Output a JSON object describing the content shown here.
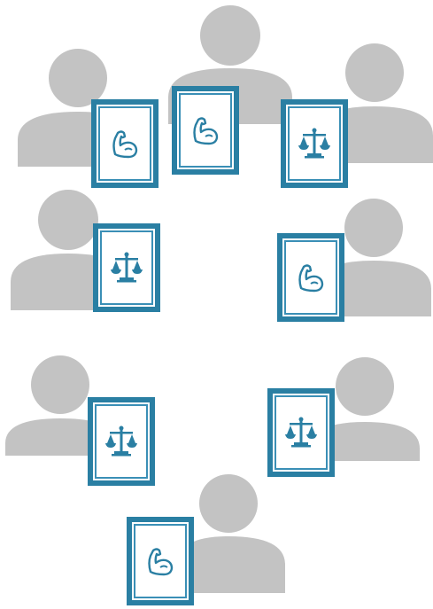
{
  "colors": {
    "person": "#c3c3c3",
    "card_border": "#2a7fa3",
    "icon": "#2a7fa3"
  },
  "people": [
    {
      "id": "person-1"
    },
    {
      "id": "person-2"
    },
    {
      "id": "person-3"
    },
    {
      "id": "person-4"
    },
    {
      "id": "person-5"
    },
    {
      "id": "person-6"
    },
    {
      "id": "person-7"
    },
    {
      "id": "person-8"
    }
  ],
  "cards": [
    {
      "id": "card-1",
      "icon": "flexed-bicep-icon"
    },
    {
      "id": "card-2",
      "icon": "flexed-bicep-icon"
    },
    {
      "id": "card-3",
      "icon": "scales-of-justice-icon"
    },
    {
      "id": "card-4",
      "icon": "scales-of-justice-icon"
    },
    {
      "id": "card-5",
      "icon": "flexed-bicep-icon"
    },
    {
      "id": "card-6",
      "icon": "scales-of-justice-icon"
    },
    {
      "id": "card-7",
      "icon": "scales-of-justice-icon"
    },
    {
      "id": "card-8",
      "icon": "flexed-bicep-icon"
    }
  ]
}
